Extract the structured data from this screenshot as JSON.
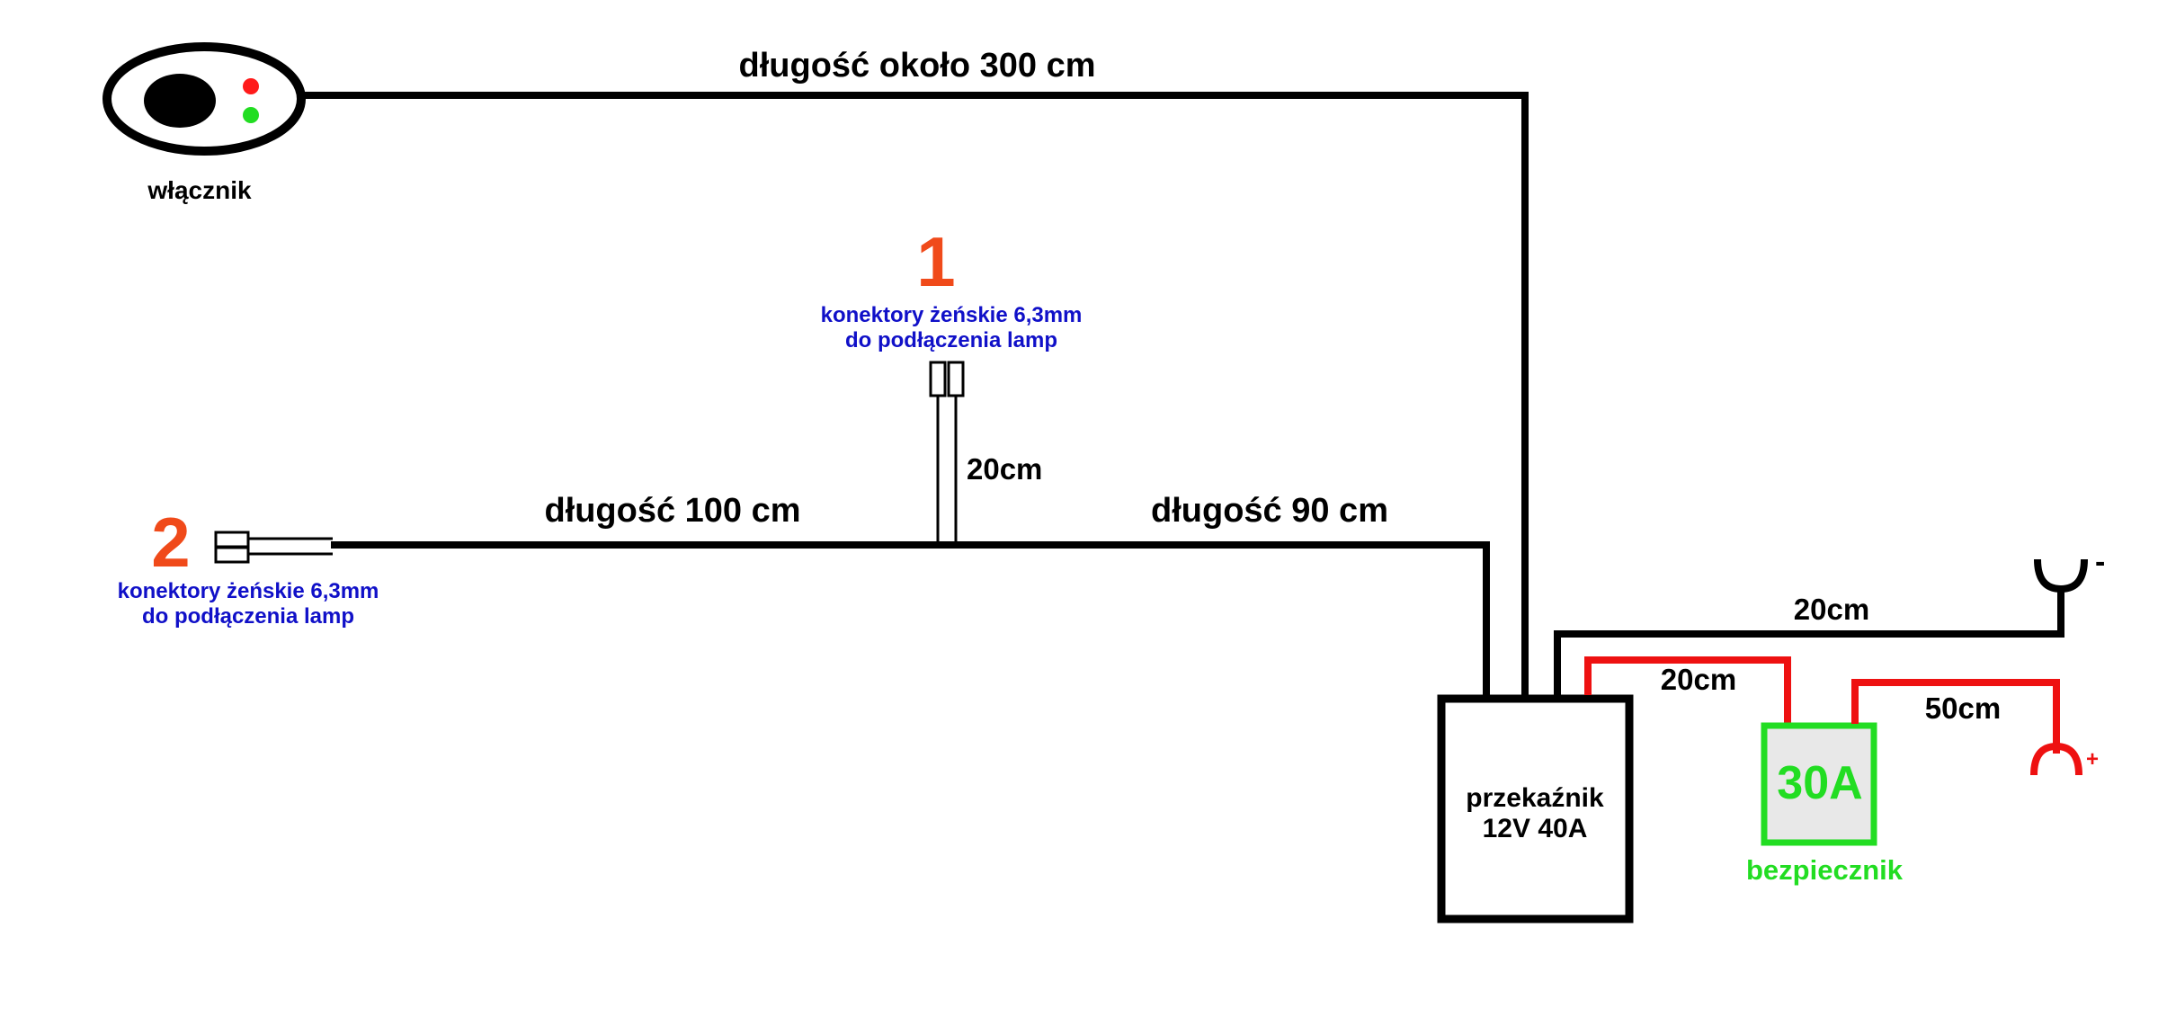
{
  "switch": {
    "label": "włącznik"
  },
  "wires": {
    "switch_cable": "długość około 300 cm",
    "left_cable": "długość 100 cm",
    "right_cable": "długość 90 cm",
    "drop_cable": "20cm",
    "ground_cable": "20cm",
    "relay_fuse_cable": "20cm",
    "fuse_battery_cable": "50cm"
  },
  "connector1": {
    "number": "1",
    "line1": "konektory żeńskie 6,3mm",
    "line2": "do podłączenia lamp"
  },
  "connector2": {
    "number": "2",
    "line1": "konektory żeńskie 6,3mm",
    "line2": "do podłączenia lamp"
  },
  "relay": {
    "line1": "przekaźnik",
    "line2": "12V 40A"
  },
  "fuse": {
    "rating": "30A",
    "label": "bezpiecznik"
  },
  "terminals": {
    "negative": "-",
    "positive": "+"
  },
  "colors": {
    "wire_black": "#000000",
    "wire_red": "#ee1111",
    "fuse_green": "#22dd22",
    "number_orange": "#f04a1a",
    "connector_text_blue": "#1010c8",
    "switch_led_red": "#ff1a1a",
    "switch_led_green": "#22dd22"
  }
}
